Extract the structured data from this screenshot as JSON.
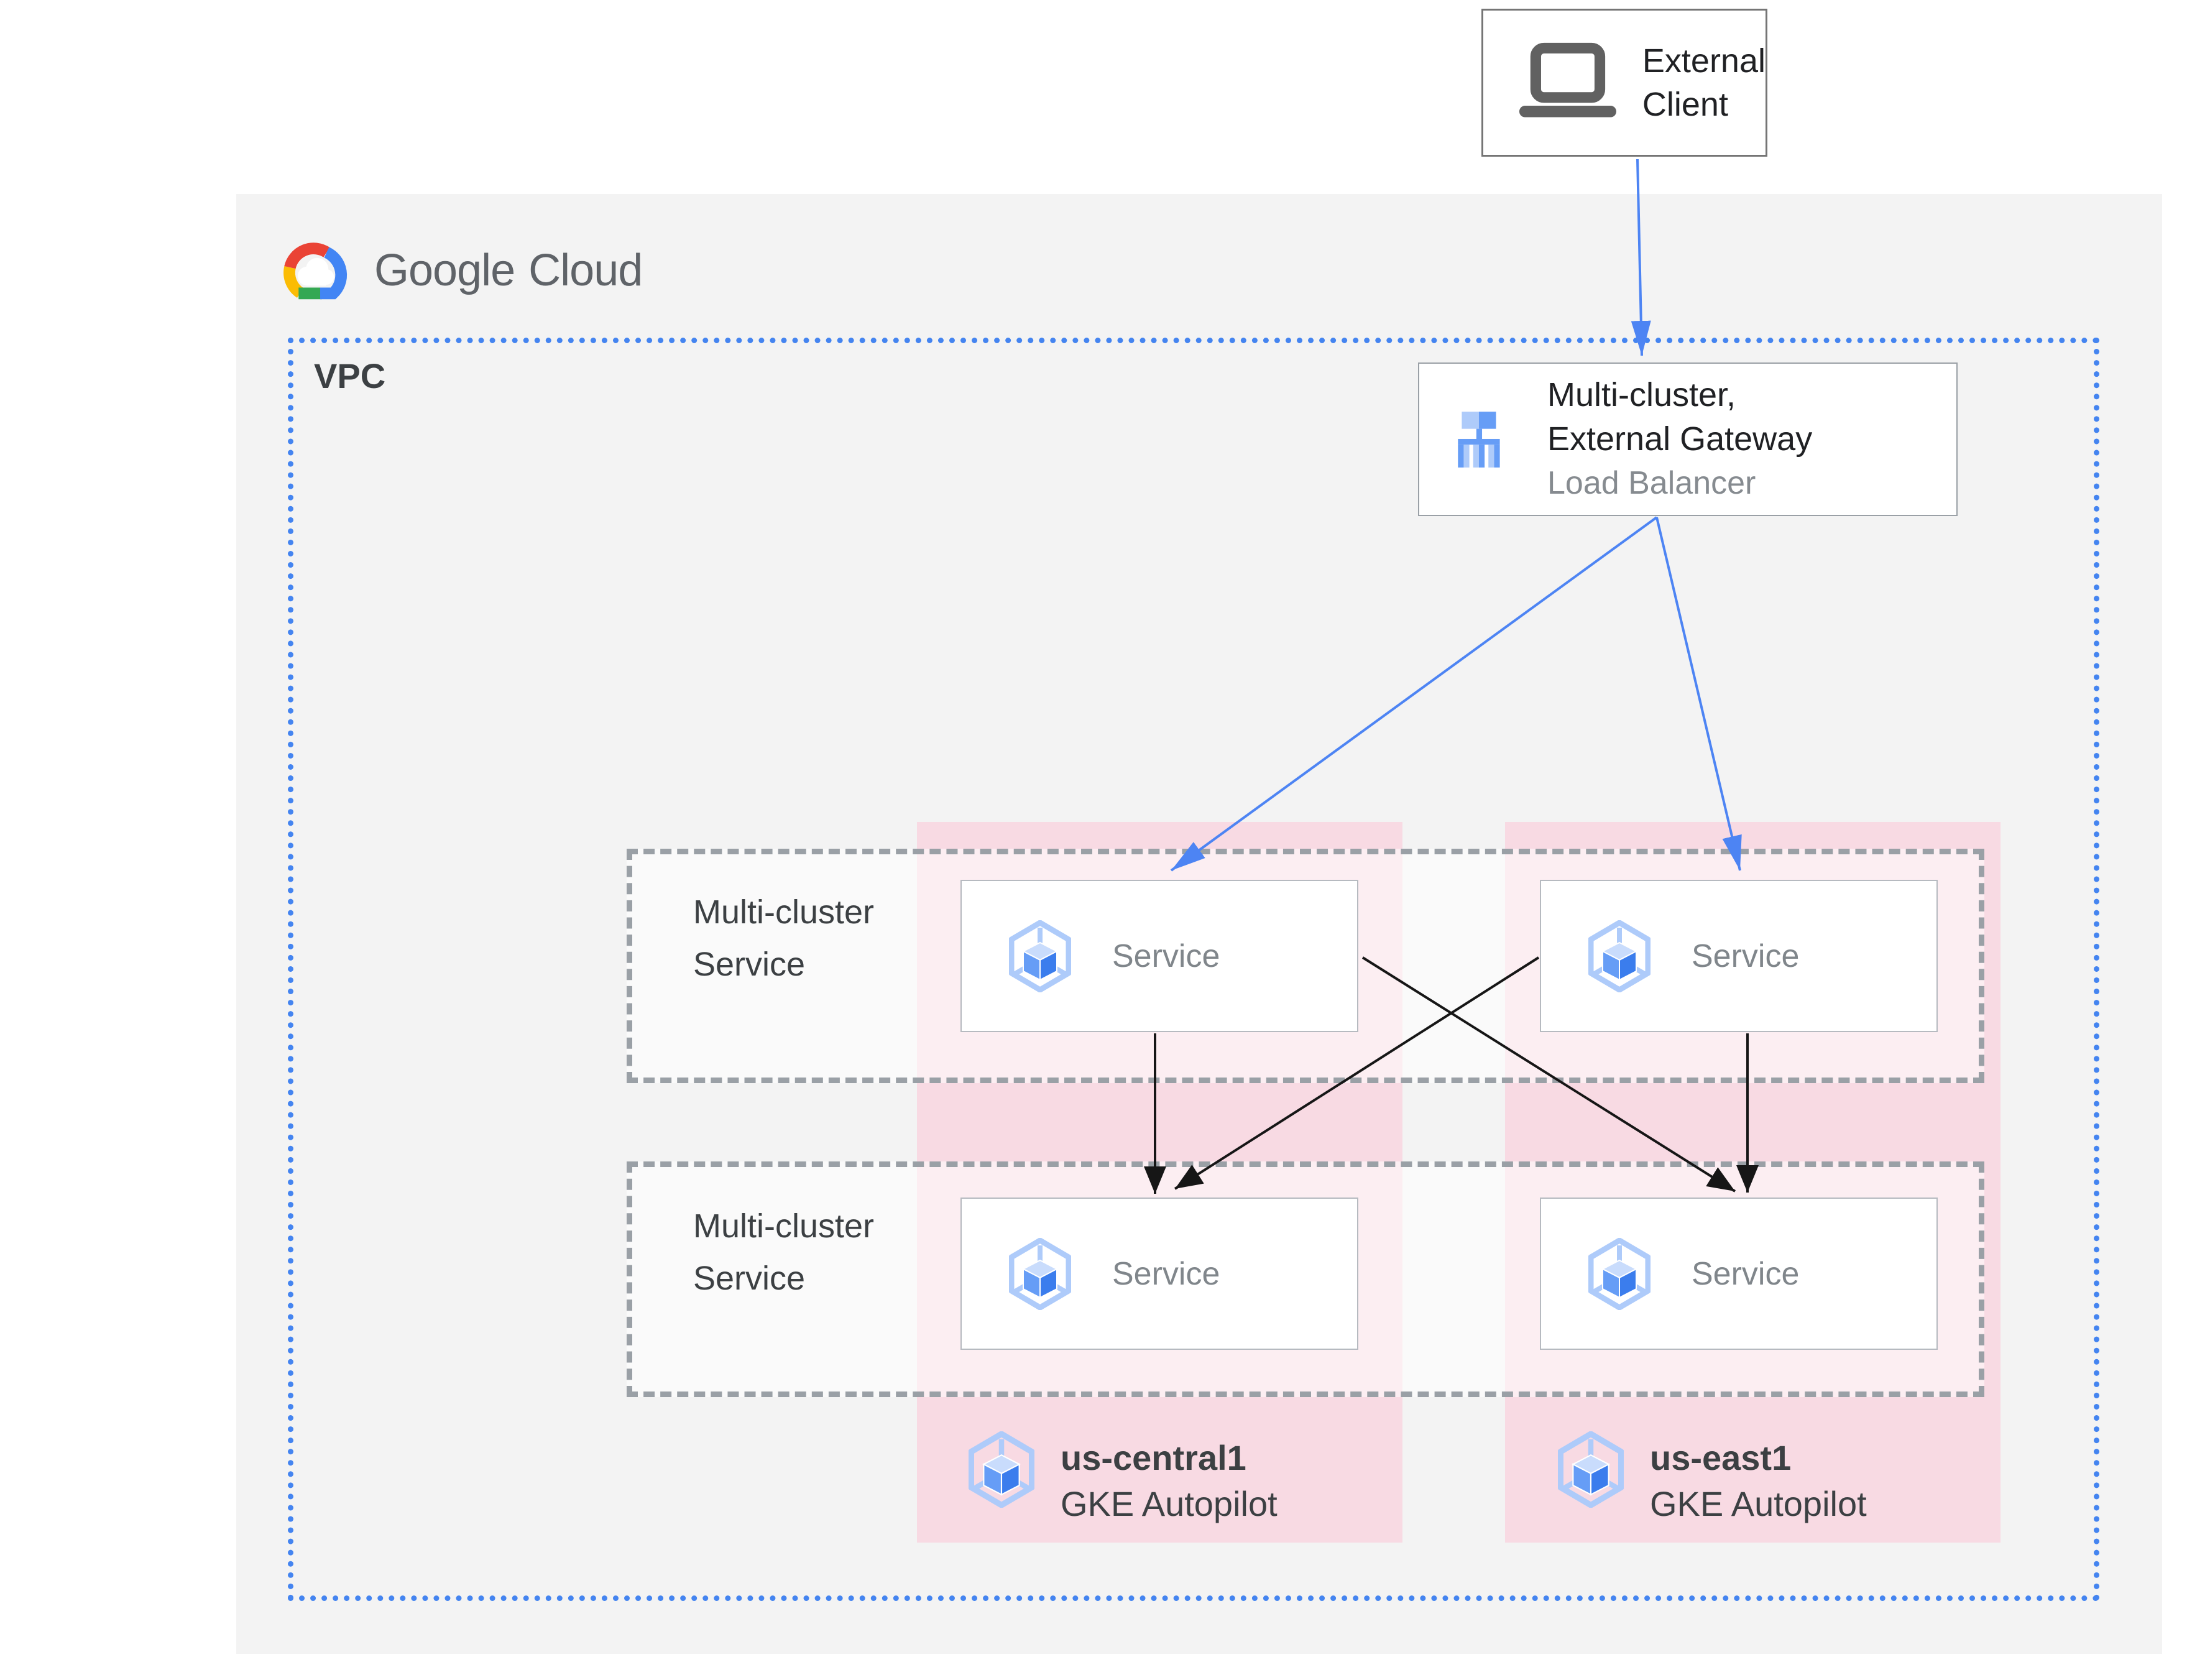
{
  "logo": {
    "google": "Google",
    "cloud": "Cloud"
  },
  "external_client": {
    "line1": "External",
    "line2": "Client"
  },
  "vpc": {
    "label": "VPC"
  },
  "load_balancer": {
    "line1": "Multi-cluster,",
    "line2": "External Gateway",
    "line3": "Load Balancer"
  },
  "groups": [
    {
      "line1": "Multi-cluster",
      "line2": "Service"
    },
    {
      "line1": "Multi-cluster",
      "line2": "Service"
    }
  ],
  "services": [
    {
      "label": "Service"
    },
    {
      "label": "Service"
    },
    {
      "label": "Service"
    },
    {
      "label": "Service"
    }
  ],
  "clusters": [
    {
      "region": "us-central1",
      "platform": "GKE Autopilot"
    },
    {
      "region": "us-east1",
      "platform": "GKE Autopilot"
    }
  ],
  "icons": {
    "logo": "google-cloud-logo",
    "external_client": "laptop-icon",
    "load_balancer": "load-balancer-icon",
    "service": "gke-service-hexagon-icon",
    "cluster": "gke-cluster-hexagon-icon"
  },
  "colors": {
    "panel_gray": "#f3f3f3",
    "vpc_dot_blue": "#4484f0",
    "dash_gray": "#9aa0a6",
    "pink_region": "#f8dae3",
    "arrow_blue": "#4d84f3",
    "arrow_black": "#161616",
    "text_dark": "#202124",
    "text_gray": "#80868b",
    "icon_blue_light": "#aecbfa",
    "icon_blue_mid": "#669df6",
    "icon_blue_dark": "#3b7ded",
    "google_red": "#ea4335",
    "google_blue": "#4285f4",
    "google_yellow": "#fbbc04",
    "google_green": "#34a853"
  }
}
